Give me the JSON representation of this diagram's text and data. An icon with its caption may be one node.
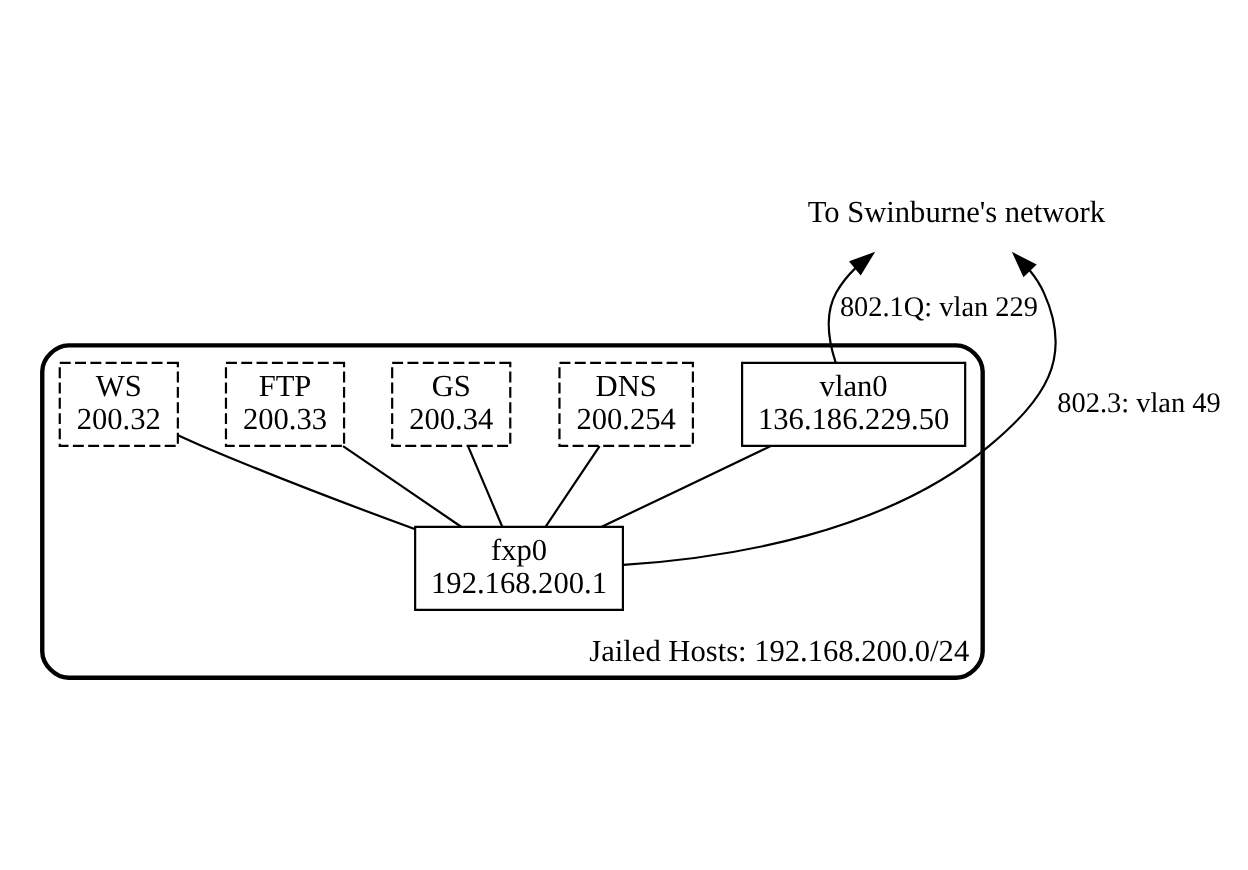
{
  "diagram": {
    "nodes": [
      {
        "text": [
          "Jailed Hosts: 192.168.200.0/24"
        ]
      },
      {
        "text": [
          "WS",
          "200.32"
        ],
        "in": 0
      },
      {
        "text": [
          "FTP",
          "200.33"
        ],
        "in": 0
      },
      {
        "text": [
          "GS",
          "200.34"
        ],
        "in": 0
      },
      {
        "text": [
          "DNS",
          "200.254"
        ],
        "in": 0
      },
      {
        "text": [
          "vlan0",
          "136.186.229.50"
        ],
        "in": 0
      },
      {
        "text": [
          "fxp0",
          "192.168.200.1"
        ],
        "in": 0
      },
      {
        "text": [
          "To Swinburne's network"
        ]
      }
    ],
    "edges": [
      {
        "from": 5,
        "to": 7,
        "arrow": "to",
        "label": "802.1Q: vlan 229"
      },
      {
        "from": 6,
        "to": 7,
        "arrow": "to",
        "label": "802.3: vlan 49"
      },
      {
        "from": 6,
        "to": 5,
        "arrow": "none"
      },
      {
        "from": 6,
        "to": 1,
        "arrow": "none"
      },
      {
        "from": 6,
        "to": 2,
        "arrow": "none"
      },
      {
        "from": 6,
        "to": 3,
        "arrow": "none"
      },
      {
        "from": 6,
        "to": 4,
        "arrow": "none"
      }
    ]
  }
}
